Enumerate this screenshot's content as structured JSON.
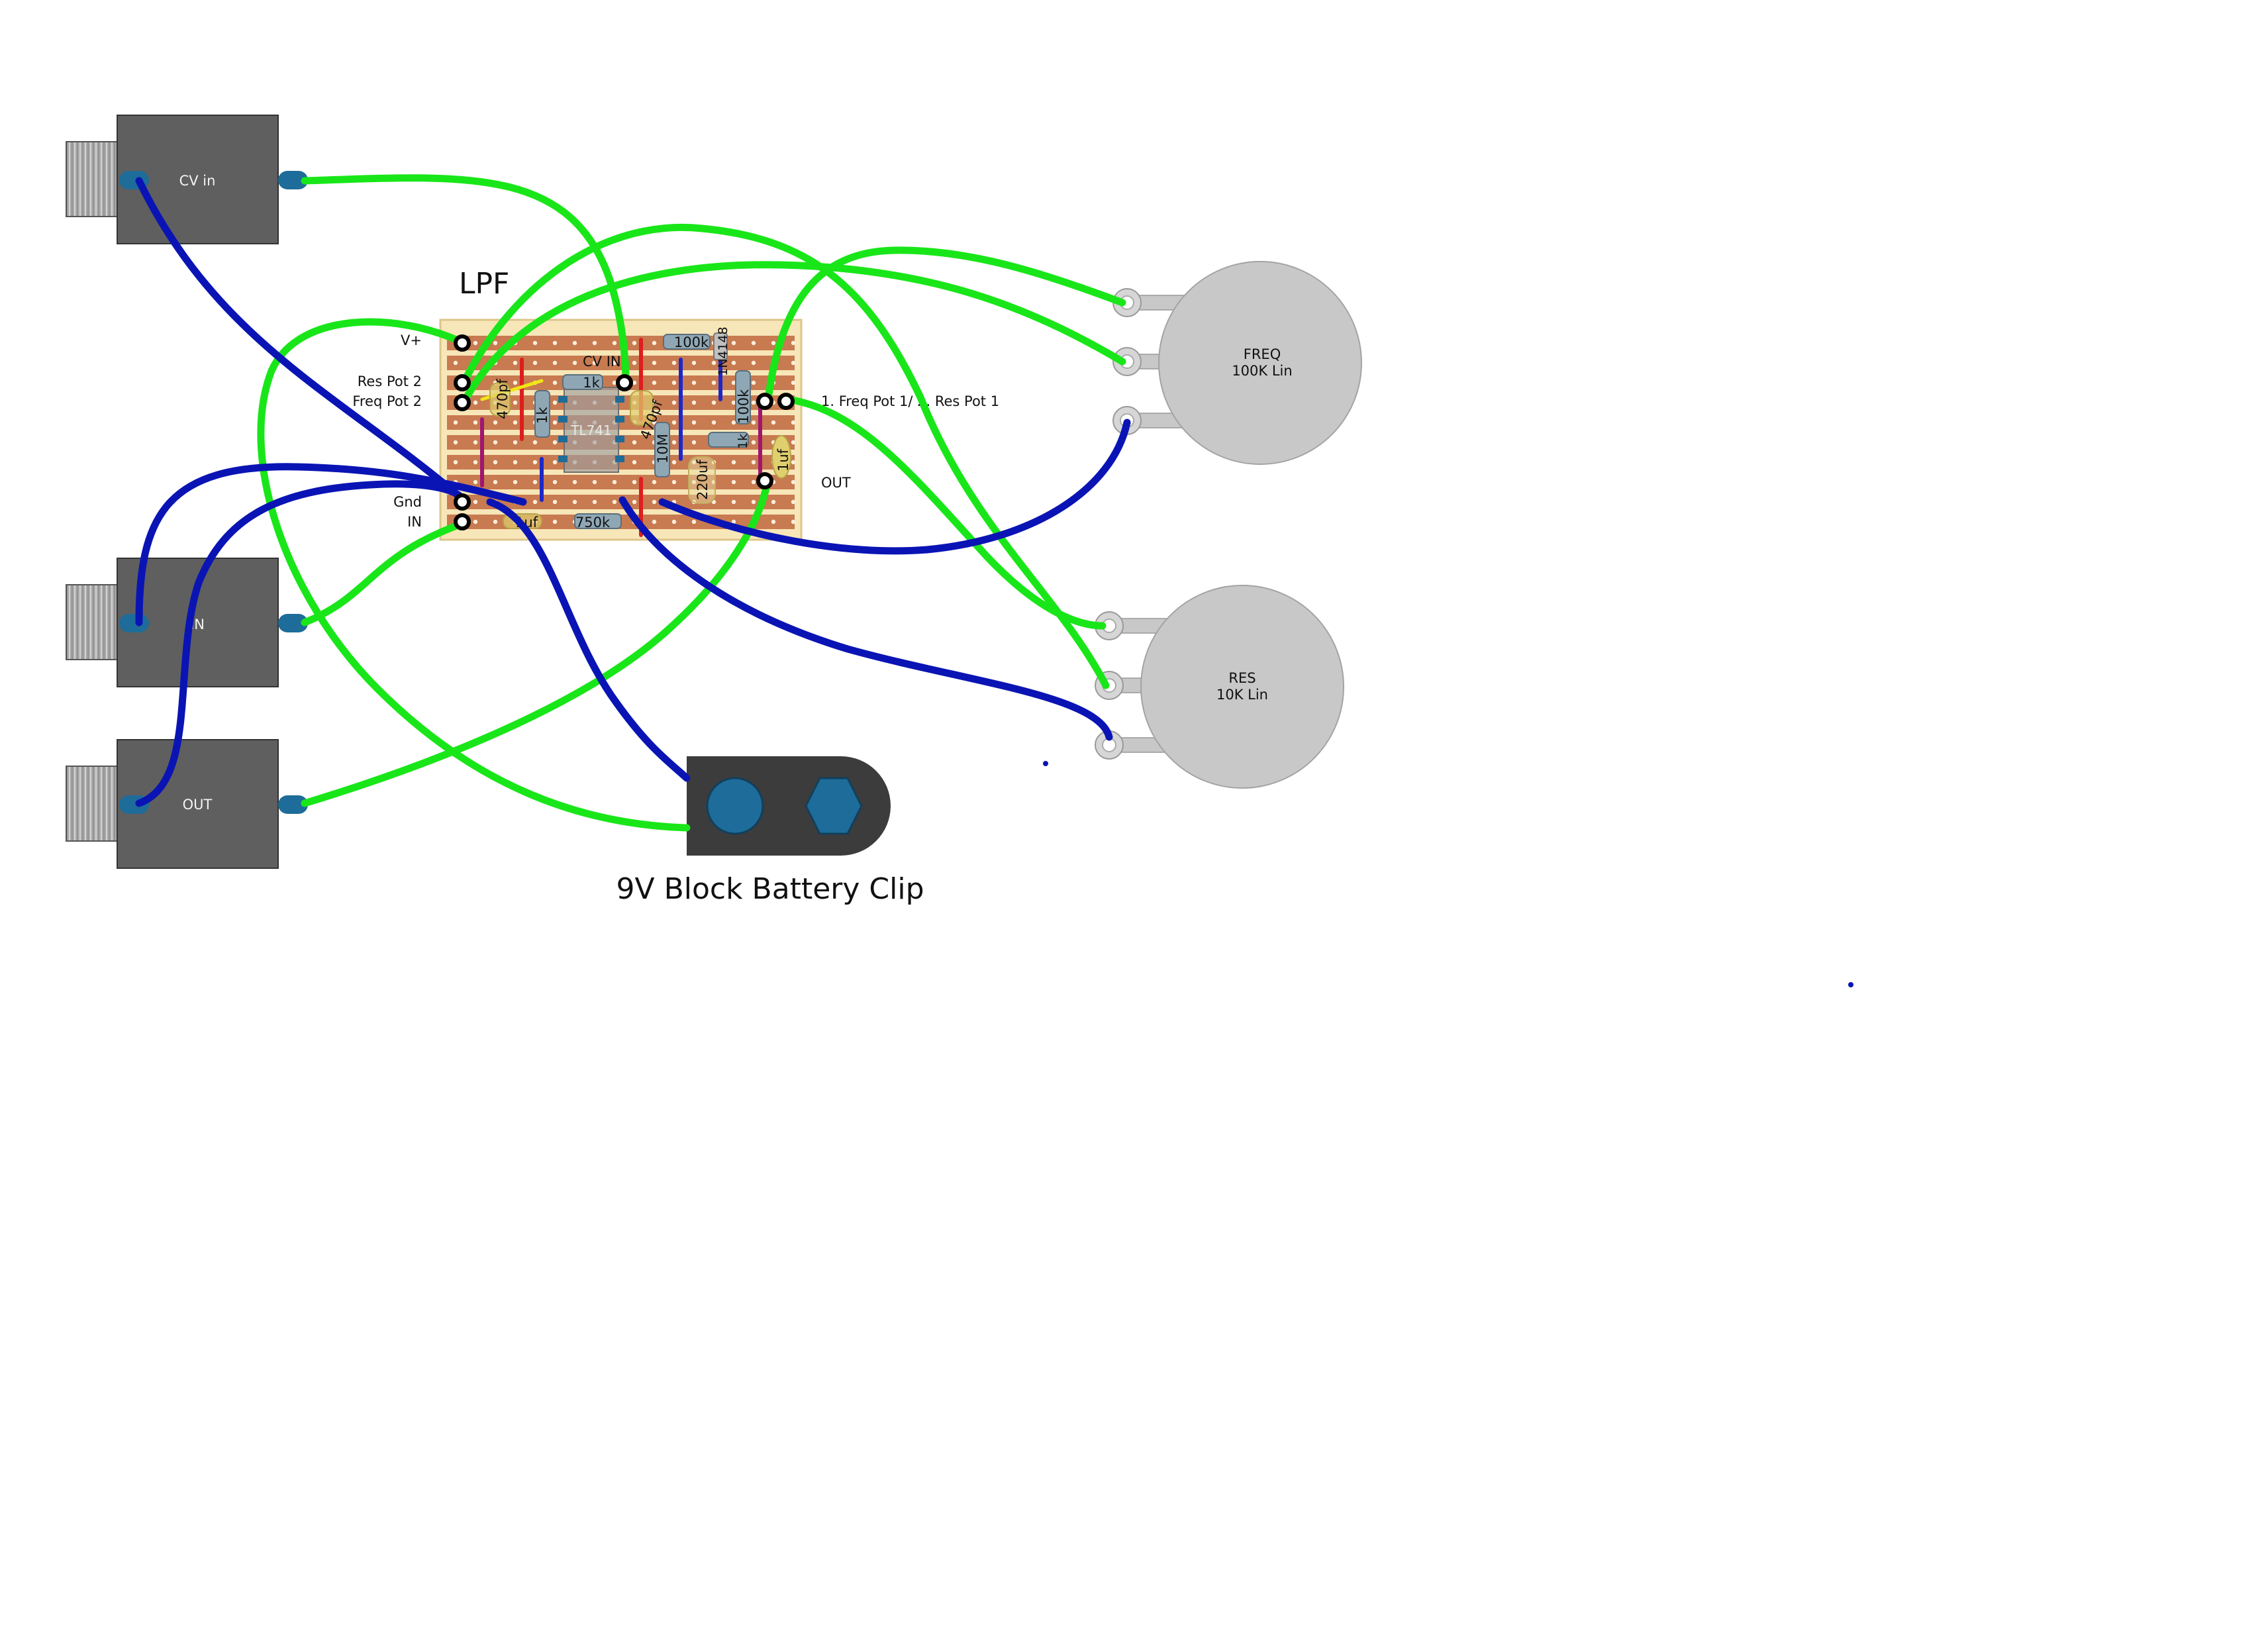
{
  "title": "LPF",
  "board_labels": {
    "vplus": "V+",
    "res_pot_2": "Res Pot 2",
    "freq_pot_2": "Freq Pot 2",
    "gnd": "Gnd",
    "in": "IN",
    "cv_in": "CV IN",
    "out": "OUT",
    "right_pots": "1. Freq Pot 1/ 2. Res Pot 1"
  },
  "components": {
    "ic": "TL741",
    "r_1k_a": "1k",
    "r_1k_b": "1k",
    "r_1k_c": "1k",
    "r_100k_a": "100k",
    "r_100k_b": "100k",
    "r_10m": "10M",
    "r_750k": "750k",
    "c_470pf_a": "470pf",
    "c_470pf_b": "470pf",
    "c_220uf": "220uf",
    "c_1uf_a": "1uf",
    "c_1uf_b": "1uf",
    "diode": "1N4148"
  },
  "jacks": {
    "cv_in": "CV in",
    "in": "IN",
    "out": "OUT"
  },
  "pots": {
    "freq_name": "FREQ",
    "freq_value": "100K Lin",
    "res_name": "RES",
    "res_value": "10K Lin"
  },
  "battery": "9V Block Battery Clip",
  "colors": {
    "wire_green": "#19e619",
    "wire_blue": "#0a14b4",
    "jack_body": "#5f5f5f",
    "jack_thread": "#a6a6a6",
    "lug": "#1e6c99",
    "pot_body": "#c8c8c8",
    "board": "#f7e6b8",
    "strip": "#c87a50",
    "link_red": "#dd1e1e",
    "link_purple": "#a0166e",
    "link_blue": "#1e28c8",
    "link_yellow": "#f0e614",
    "battery_body": "#3c3c3c"
  }
}
